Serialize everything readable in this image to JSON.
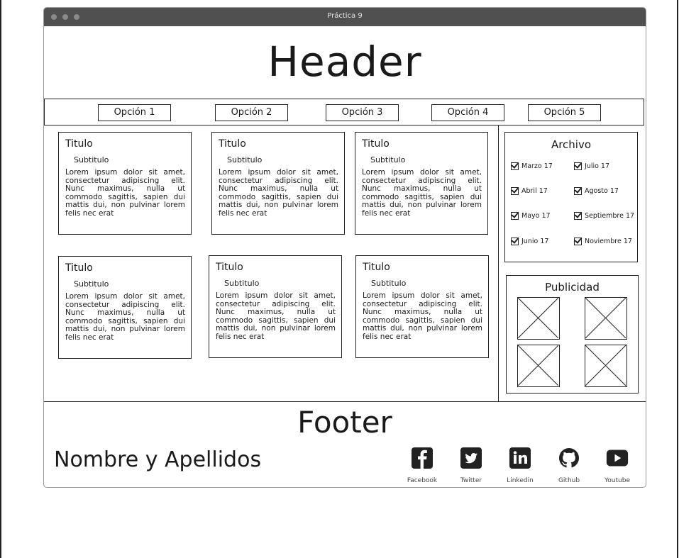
{
  "window": {
    "title": "Práctica 9"
  },
  "header": {
    "title": "Header"
  },
  "nav": {
    "items": [
      "Opción 1",
      "Opción 2",
      "Opción 3",
      "Opción 4",
      "Opción 5"
    ]
  },
  "cards": [
    {
      "title": "Titulo",
      "subtitle": "Subtitulo",
      "body": "Lorem ipsum dolor sit amet, consectetur adipiscing elit. Nunc maximus, nulla ut commodo sagittis, sapien dui mattis dui, non pulvinar lorem felis nec erat"
    },
    {
      "title": "Titulo",
      "subtitle": "Subtitulo",
      "body": "Lorem ipsum dolor sit amet, consectetur adipiscing elit. Nunc maximus, nulla ut commodo sagittis, sapien dui mattis dui, non pulvinar lorem felis nec erat"
    },
    {
      "title": "Titulo",
      "subtitle": "Subtitulo",
      "body": "Lorem ipsum dolor sit amet, consectetur adipiscing elit. Nunc maximus, nulla ut commodo sagittis, sapien dui mattis dui, non pulvinar lorem felis nec erat"
    },
    {
      "title": "Titulo",
      "subtitle": "Subtitulo",
      "body": "Lorem ipsum dolor sit amet, consectetur adipiscing elit. Nunc maximus, nulla ut commodo sagittis, sapien dui mattis dui, non pulvinar lorem felis nec erat"
    },
    {
      "title": "Titulo",
      "subtitle": "Subtitulo",
      "body": "Lorem ipsum dolor sit amet, consectetur adipiscing elit. Nunc maximus, nulla ut commodo sagittis, sapien dui mattis dui, non pulvinar lorem felis nec erat"
    },
    {
      "title": "Titulo",
      "subtitle": "Subtitulo",
      "body": "Lorem ipsum dolor sit amet, consectetur adipiscing elit. Nunc maximus, nulla ut commodo sagittis, sapien dui mattis dui, non pulvinar lorem felis nec erat"
    }
  ],
  "archive": {
    "title": "Archivo",
    "items": [
      "Marzo 17",
      "Julio 17",
      "Abril 17",
      "Agosto 17",
      "Mayo 17",
      "Septiembre 17",
      "Junio 17",
      "Noviembre 17"
    ]
  },
  "ads": {
    "title": "Publicidad"
  },
  "footer": {
    "title": "Footer",
    "author": "Nombre y Apellidos",
    "social": [
      {
        "label": "Facebook",
        "icon": "facebook-icon"
      },
      {
        "label": "Twitter",
        "icon": "twitter-icon"
      },
      {
        "label": "Linkedin",
        "icon": "linkedin-icon"
      },
      {
        "label": "Github",
        "icon": "github-icon"
      },
      {
        "label": "Youtube",
        "icon": "youtube-icon"
      }
    ]
  }
}
